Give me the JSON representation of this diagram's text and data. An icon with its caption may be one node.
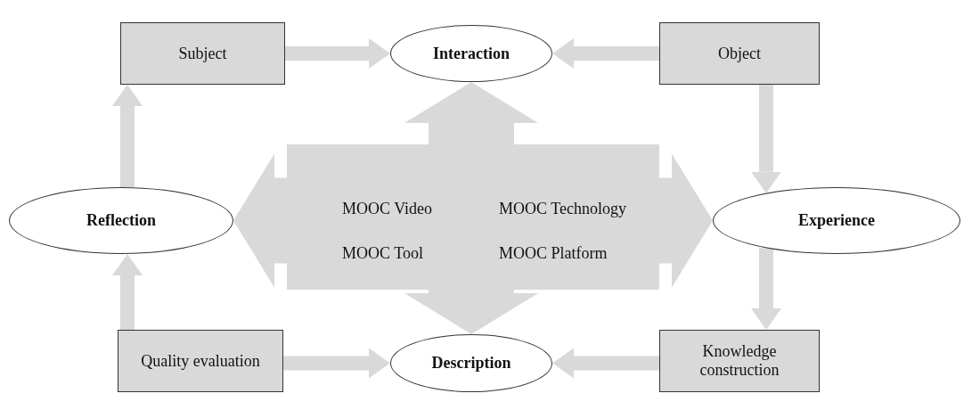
{
  "diagram": {
    "nodes": [
      {
        "text": [
          "Subject"
        ]
      },
      {
        "text": [
          "Interaction"
        ]
      },
      {
        "text": [
          "Object"
        ]
      },
      {
        "text": [
          "MOOC Video",
          "MOOC Technology",
          "MOOC Tool",
          "MOOC Platform"
        ]
      },
      {
        "text": [
          "Reflection"
        ]
      },
      {
        "text": [
          "Experience"
        ]
      },
      {
        "text": [
          "Quality evaluation"
        ]
      },
      {
        "text": [
          "Description"
        ]
      },
      {
        "text": [
          "Knowledge construction"
        ]
      }
    ],
    "edges": [
      {
        "from": 0,
        "to": 1,
        "arrow": "to"
      },
      {
        "from": 2,
        "to": 1,
        "arrow": "to"
      },
      {
        "from": 2,
        "to": 5,
        "arrow": "to"
      },
      {
        "from": 3,
        "to": 1,
        "arrow": "to",
        "style": "thick"
      },
      {
        "from": 3,
        "to": 4,
        "arrow": "to",
        "style": "thick"
      },
      {
        "from": 3,
        "to": 5,
        "arrow": "to",
        "style": "thick"
      },
      {
        "from": 3,
        "to": 7,
        "arrow": "to",
        "style": "thick"
      },
      {
        "from": 4,
        "to": 0,
        "arrow": "to"
      },
      {
        "from": 5,
        "to": 8,
        "arrow": "to"
      },
      {
        "from": 6,
        "to": 4,
        "arrow": "to"
      },
      {
        "from": 6,
        "to": 7,
        "arrow": "to"
      },
      {
        "from": 8,
        "to": 7,
        "arrow": "to"
      }
    ]
  }
}
